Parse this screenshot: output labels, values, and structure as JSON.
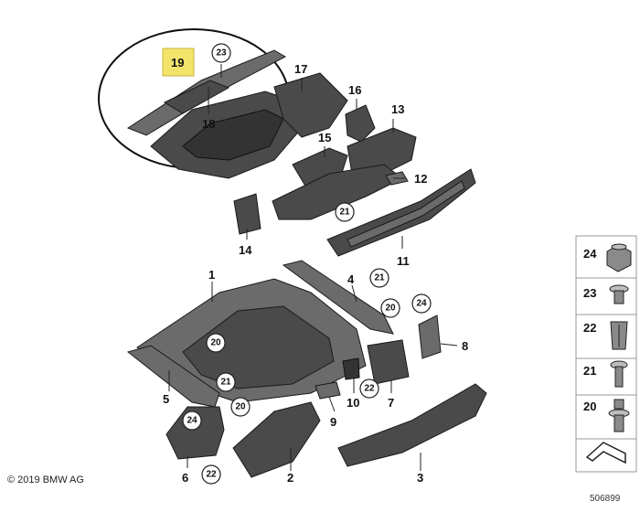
{
  "labels": {
    "n1": "1",
    "n2": "2",
    "n3": "3",
    "n4": "4",
    "n5": "5",
    "n6": "6",
    "n7": "7",
    "n8": "8",
    "n9": "9",
    "n10": "10",
    "n11": "11",
    "n12": "12",
    "n13": "13",
    "n14": "14",
    "n15": "15",
    "n16": "16",
    "n17": "17",
    "n18": "18",
    "n19": "19"
  },
  "circled": {
    "c23": "23",
    "c21a": "21",
    "c21b": "21",
    "c21c": "21",
    "c20a": "20",
    "c20b": "20",
    "c20c": "20",
    "c24a": "24",
    "c24b": "24",
    "c22a": "22",
    "c22b": "22"
  },
  "legend": {
    "items": [
      "24",
      "23",
      "22",
      "21",
      "20"
    ]
  },
  "footer": {
    "copyright": "© 2019 BMW AG",
    "image_number": "506899"
  },
  "colors": {
    "highlight": "#f2e36b",
    "part": "#4a4a4a"
  }
}
